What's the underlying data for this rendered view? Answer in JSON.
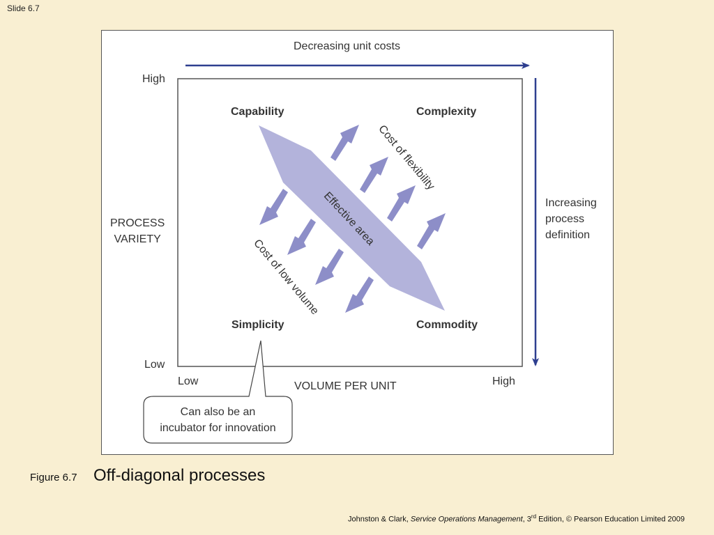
{
  "slide": {
    "number": "Slide 6.7"
  },
  "diagram": {
    "top_arrow_label": "Decreasing unit costs",
    "right_arrow_label_lines": [
      "Increasing",
      "process",
      "definition"
    ],
    "y_axis_title_lines": [
      "PROCESS",
      "VARIETY"
    ],
    "y_high": "High",
    "y_low": "Low",
    "x_low": "Low",
    "x_high": "High",
    "x_axis_title": "VOLUME PER UNIT",
    "corners": {
      "top_left": "Capability",
      "top_right": "Complexity",
      "bottom_left": "Simplicity",
      "bottom_right": "Commodity"
    },
    "band_label": "Effective area",
    "upper_label": "Cost of flexibility",
    "lower_label": "Cost of low volume",
    "callout_lines": [
      "Can also be an",
      "incubator for innovation"
    ],
    "colors": {
      "arrow_blue": "#2e3f8f",
      "band": "#b3b3db",
      "small_arrows": "#8d8ec8"
    }
  },
  "caption": {
    "figure": "Figure 6.7",
    "title": "Off-diagonal processes"
  },
  "footer": {
    "authors": "Johnston & Clark, ",
    "book": "Service Operations Management",
    "edition_pre": ", 3",
    "edition_sup": "rd",
    "edition_post": " Edition, © Pearson Education Limited 2009"
  }
}
